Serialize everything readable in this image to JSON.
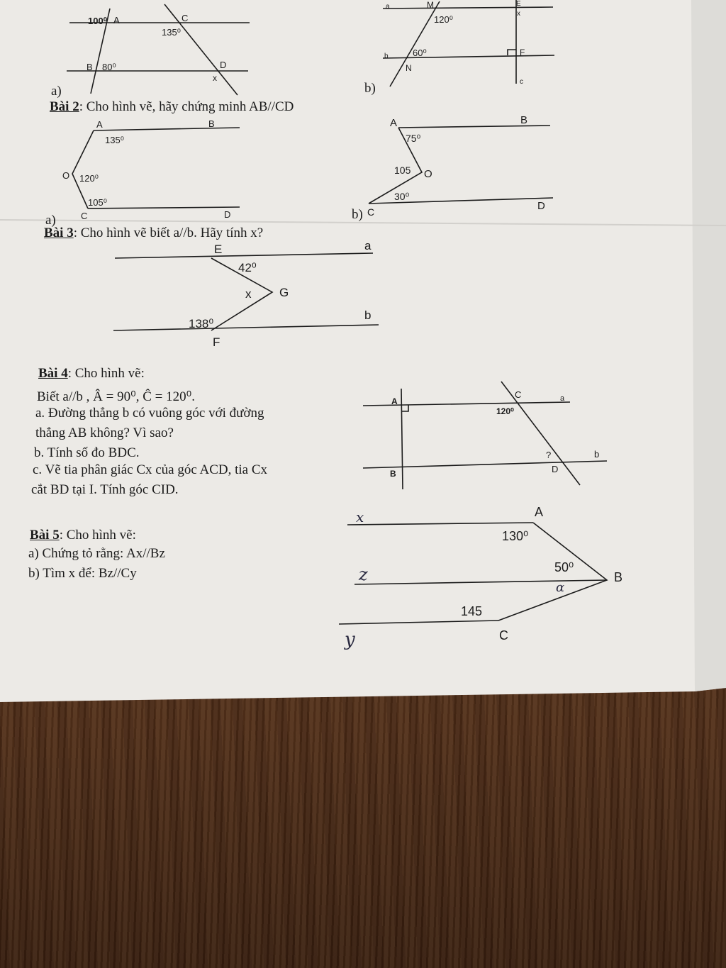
{
  "bai2": {
    "num": "Bài 2",
    "text": ": Cho hình vẽ, hãy chứng minh AB//CD"
  },
  "bai3": {
    "num": "Bài 3",
    "text": ": Cho hình vẽ biết a//b. Hãy tính x?"
  },
  "bai4": {
    "num": "Bài 4",
    "text": ": Cho hình vẽ:",
    "given": "Biết a//b ,  Â = 90⁰, Ĉ = 120⁰.",
    "a1": "a. Đường thẳng b có vuông góc với đường",
    "a2": "thẳng AB không? Vì sao?",
    "b": "b. Tính  số đo BDC.",
    "c1": "c. Vẽ tia phân giác Cx của góc ACD, tia Cx",
    "c2": "cắt BD tại I. Tính góc CID."
  },
  "bai5": {
    "num": "Bài 5",
    "text": ": Cho hình vẽ:",
    "a": "a) Chứng tỏ rằng: Ax//Bz",
    "b": "b) Tìm x để: Bz//Cy"
  },
  "sublabels": {
    "a": "a)",
    "b": "b)"
  },
  "fig1a": {
    "A": "A",
    "B": "B",
    "C": "C",
    "D": "D",
    "x": "x",
    "ang1": "100⁰",
    "ang2": "135⁰",
    "ang3": "80⁰"
  },
  "fig1b": {
    "a": "a",
    "b": "b",
    "c": "c",
    "M": "M",
    "N": "N",
    "E": "E",
    "F": "F",
    "x": "x",
    "ang1": "120⁰",
    "ang2": "60⁰"
  },
  "fig2a": {
    "A": "A",
    "B": "B",
    "O": "O",
    "C": "C",
    "D": "D",
    "ang1": "135⁰",
    "ang2": "120⁰",
    "ang3": "105⁰"
  },
  "fig2b": {
    "A": "A",
    "B": "B",
    "O": "O",
    "C": "C",
    "D": "D",
    "ang1": "75⁰",
    "ang2": "105",
    "ang3": "30⁰"
  },
  "fig3": {
    "E": "E",
    "F": "F",
    "G": "G",
    "a": "a",
    "b": "b",
    "x": "x",
    "ang1": "42⁰",
    "ang2": "138⁰"
  },
  "fig4": {
    "A": "A",
    "B": "B",
    "C": "C",
    "D": "D",
    "a": "a",
    "b": "b",
    "q": "?",
    "ang": "120⁰"
  },
  "fig5": {
    "x": "x",
    "z": "z",
    "y": "y",
    "A": "A",
    "B": "B",
    "C": "C",
    "ang1": "130⁰",
    "ang2": "50⁰",
    "ang3": "145",
    "alpha": "α"
  }
}
